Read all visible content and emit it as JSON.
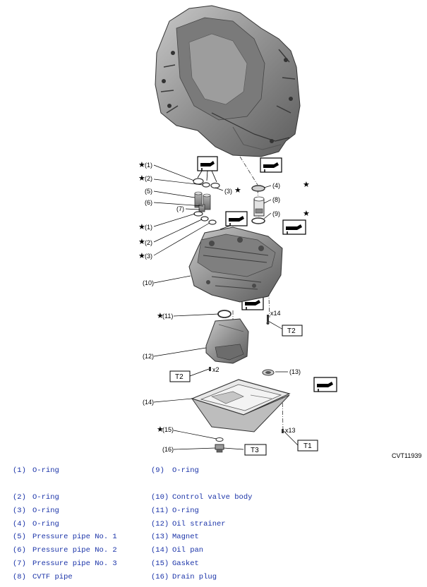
{
  "figure_code": "CVT11939",
  "callouts": {
    "c1a": "(1)",
    "c2a": "(2)",
    "c3a": "(3)",
    "c4": "(4)",
    "c5": "(5)",
    "c6": "(6)",
    "c7": "(7)",
    "c8": "(8)",
    "c9": "(9)",
    "c1b": "(1)",
    "c2b": "(2)",
    "c3b": "(3)",
    "c10": "(10)",
    "c11": "(11)",
    "c12": "(12)",
    "c13": "(13)",
    "c14": "(14)",
    "c15": "(15)",
    "c16": "(16)"
  },
  "star_symbol": "★",
  "torque_boxes": {
    "t2_upper": "T2",
    "t2_lower": "T2",
    "t1": "T1",
    "t3": "T3"
  },
  "bolt_counts": {
    "x14": "x14",
    "x2": "x2",
    "x13": "x13"
  },
  "legend": {
    "left": [
      {
        "num": "(1)",
        "name": "O-ring"
      },
      {
        "num": "(2)",
        "name": "O-ring"
      },
      {
        "num": "(3)",
        "name": "O-ring"
      },
      {
        "num": "(4)",
        "name": "O-ring"
      },
      {
        "num": "(5)",
        "name": "Pressure pipe No. 1"
      },
      {
        "num": "(6)",
        "name": "Pressure pipe No. 2"
      },
      {
        "num": "(7)",
        "name": "Pressure pipe No. 3"
      },
      {
        "num": "(8)",
        "name": "CVTF pipe"
      }
    ],
    "right": [
      {
        "num": "(9)",
        "name": "O-ring"
      },
      {
        "num": "(10)",
        "name": "Control valve body"
      },
      {
        "num": "(11)",
        "name": "O-ring"
      },
      {
        "num": "(12)",
        "name": "Oil strainer"
      },
      {
        "num": "(13)",
        "name": "Magnet"
      },
      {
        "num": "(14)",
        "name": "Oil pan"
      },
      {
        "num": "(15)",
        "name": "Gasket"
      },
      {
        "num": "(16)",
        "name": "Drain plug"
      }
    ]
  }
}
